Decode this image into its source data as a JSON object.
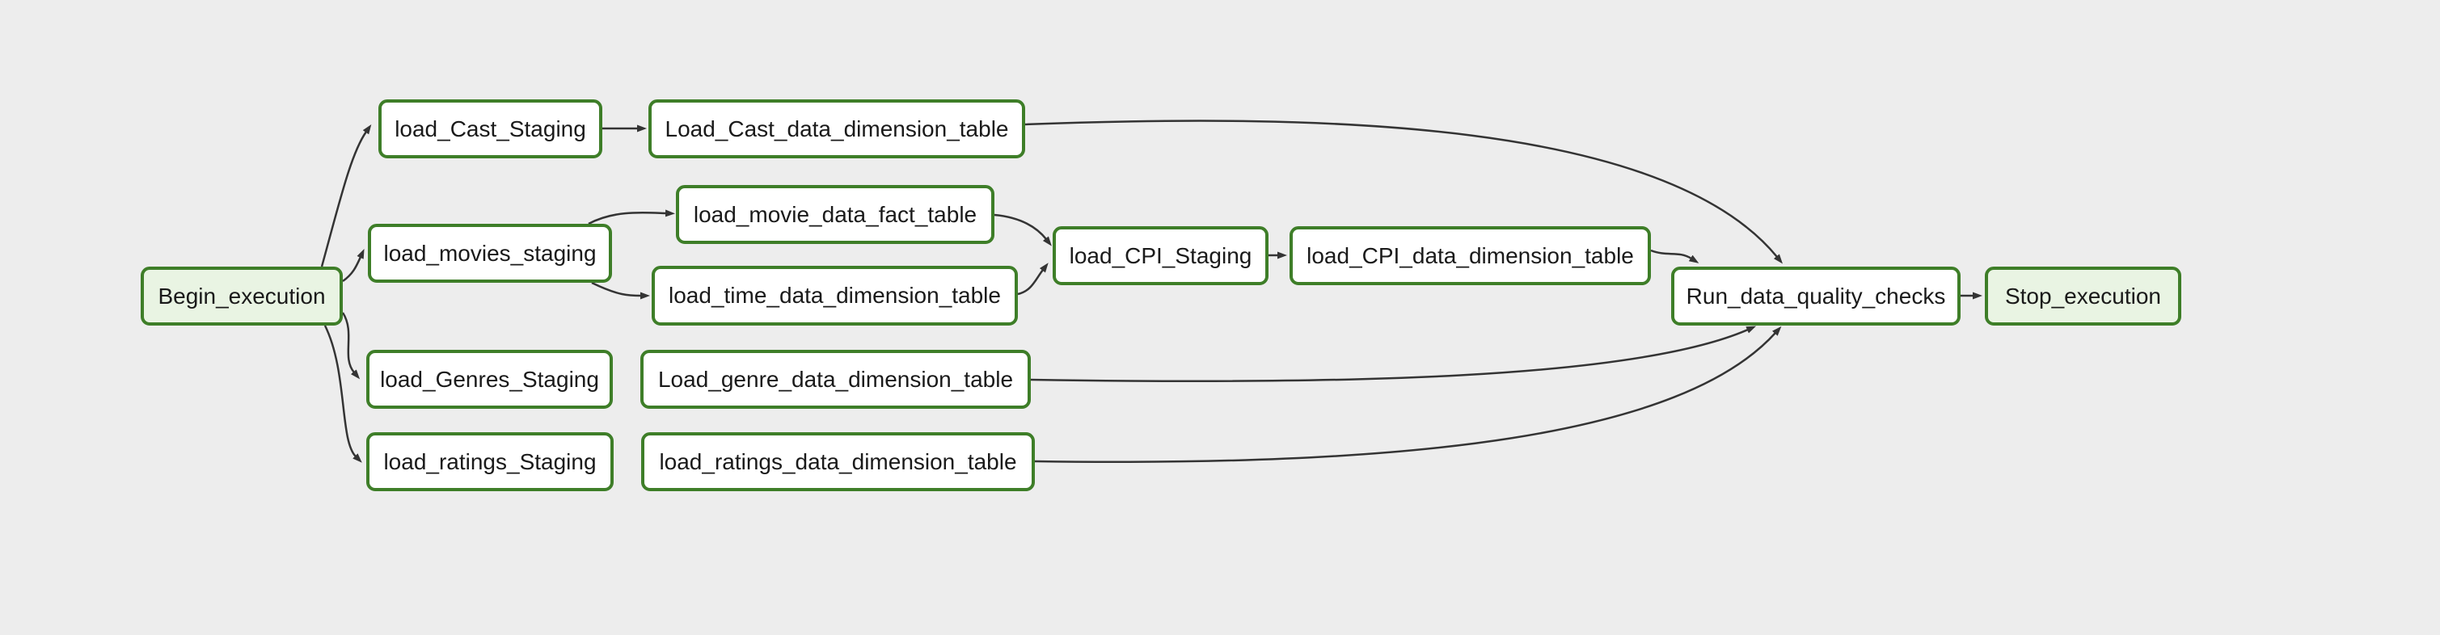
{
  "graph": {
    "background_color": "#ededed",
    "node_border_color": "#3e7e28",
    "node_fill_color": "#ffffff",
    "terminal_node_fill_color": "#e9f4e3",
    "edge_color": "#343434",
    "text_color": "#1a1a1a",
    "nodes": [
      {
        "id": "Begin_execution",
        "label": "Begin_execution",
        "style": "terminal"
      },
      {
        "id": "load_Cast_Staging",
        "label": "load_Cast_Staging",
        "style": "task"
      },
      {
        "id": "Load_Cast_data_dimension_table",
        "label": "Load_Cast_data_dimension_table",
        "style": "task"
      },
      {
        "id": "load_movies_staging",
        "label": "load_movies_staging",
        "style": "task"
      },
      {
        "id": "load_movie_data_fact_table",
        "label": "load_movie_data_fact_table",
        "style": "task"
      },
      {
        "id": "load_time_data_dimension_table",
        "label": "load_time_data_dimension_table",
        "style": "task"
      },
      {
        "id": "load_CPI_Staging",
        "label": "load_CPI_Staging",
        "style": "task"
      },
      {
        "id": "load_CPI_data_dimension_table",
        "label": "load_CPI_data_dimension_table",
        "style": "task"
      },
      {
        "id": "load_Genres_Staging",
        "label": "load_Genres_Staging",
        "style": "task"
      },
      {
        "id": "Load_genre_data_dimension_table",
        "label": "Load_genre_data_dimension_table",
        "style": "task"
      },
      {
        "id": "load_ratings_Staging",
        "label": "load_ratings_Staging",
        "style": "task"
      },
      {
        "id": "load_ratings_data_dimension_table",
        "label": "load_ratings_data_dimension_table",
        "style": "task"
      },
      {
        "id": "Run_data_quality_checks",
        "label": "Run_data_quality_checks",
        "style": "task"
      },
      {
        "id": "Stop_execution",
        "label": "Stop_execution",
        "style": "terminal"
      }
    ],
    "edges": [
      {
        "from": "Begin_execution",
        "to": "load_Cast_Staging"
      },
      {
        "from": "Begin_execution",
        "to": "load_movies_staging"
      },
      {
        "from": "Begin_execution",
        "to": "load_Genres_Staging"
      },
      {
        "from": "Begin_execution",
        "to": "load_ratings_Staging"
      },
      {
        "from": "load_Cast_Staging",
        "to": "Load_Cast_data_dimension_table"
      },
      {
        "from": "Load_Cast_data_dimension_table",
        "to": "Run_data_quality_checks"
      },
      {
        "from": "load_movies_staging",
        "to": "load_movie_data_fact_table"
      },
      {
        "from": "load_movies_staging",
        "to": "load_time_data_dimension_table"
      },
      {
        "from": "load_movie_data_fact_table",
        "to": "load_CPI_Staging"
      },
      {
        "from": "load_time_data_dimension_table",
        "to": "load_CPI_Staging"
      },
      {
        "from": "load_CPI_Staging",
        "to": "load_CPI_data_dimension_table"
      },
      {
        "from": "load_CPI_data_dimension_table",
        "to": "Run_data_quality_checks"
      },
      {
        "from": "Load_genre_data_dimension_table",
        "to": "Run_data_quality_checks"
      },
      {
        "from": "load_ratings_data_dimension_table",
        "to": "Run_data_quality_checks"
      },
      {
        "from": "Run_data_quality_checks",
        "to": "Stop_execution"
      }
    ]
  }
}
